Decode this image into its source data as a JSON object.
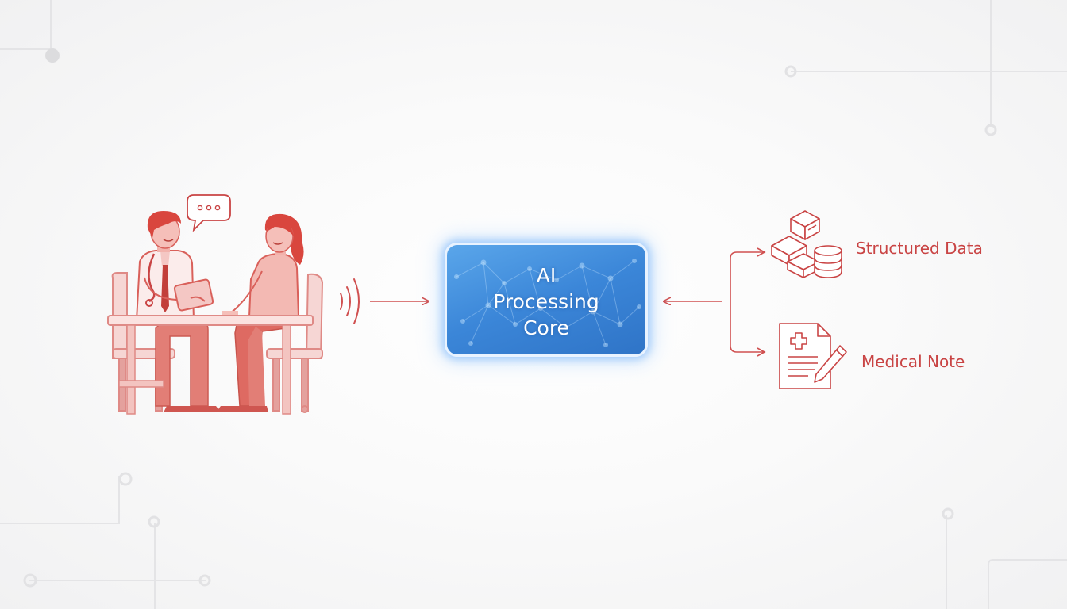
{
  "diagram": {
    "center_node": {
      "label": "AI\nProcessing\nCore"
    },
    "outputs": [
      {
        "label": "Structured Data",
        "icon": "database-icon"
      },
      {
        "label": "Medical Note",
        "icon": "medical-note-icon"
      }
    ],
    "input": {
      "scene": "doctor-patient-consultation",
      "icons": [
        "speech-bubble-icon",
        "sound-waves-icon"
      ]
    },
    "colors": {
      "accent_red": "#c94444",
      "figure_red": "#d9534f",
      "core_blue": "#3b86d8",
      "core_border": "#e9f3ff",
      "text_white": "#ffffff"
    }
  }
}
